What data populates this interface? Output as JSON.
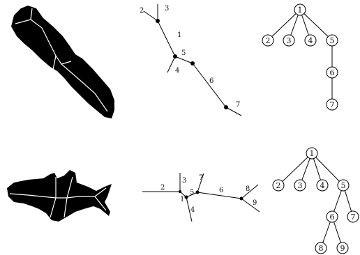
{
  "rows": [
    {
      "skeleton_labels": [
        "1",
        "2",
        "3",
        "4",
        "5",
        "6",
        "7"
      ],
      "tree_nodes": [
        "1",
        "2",
        "3",
        "4",
        "5",
        "6",
        "7"
      ]
    },
    {
      "skeleton_labels": [
        "1",
        "2",
        "3",
        "4",
        "5",
        "6",
        "7",
        "8",
        "9"
      ],
      "tree_nodes": [
        "1",
        "2",
        "3",
        "4",
        "5",
        "6",
        "7",
        "8",
        "9"
      ]
    }
  ]
}
